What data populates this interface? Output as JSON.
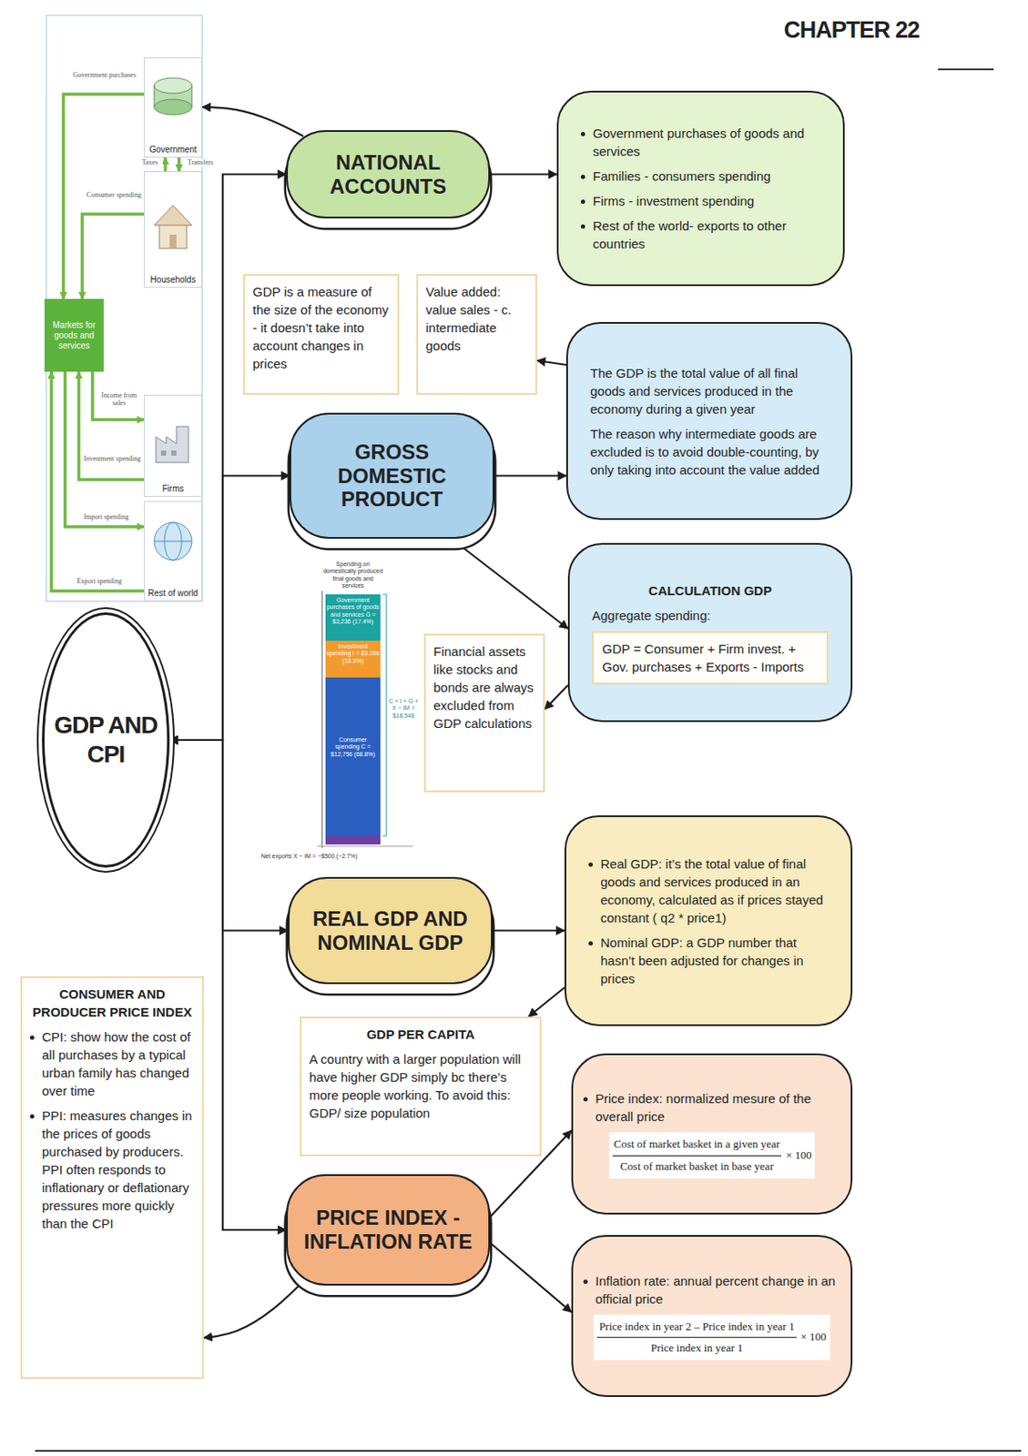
{
  "diagram": {
    "title": "CHAPTER 22",
    "nodes": [
      {
        "text": [
          "Government"
        ]
      },
      {
        "text": [
          "Households"
        ]
      },
      {
        "text": [
          "Markets for goods and services"
        ]
      },
      {
        "text": [
          "Firms"
        ]
      },
      {
        "text": [
          "Rest of world"
        ]
      },
      {
        "text": [
          "NATIONAL ACCOUNTS"
        ]
      },
      {
        "text": [
          "Government purchases of goods and services",
          "Families - consumers spending",
          "Firms - investment spending",
          "Rest of the world- exports to other countries"
        ]
      },
      {
        "text": [
          "GDP is a measure of the size of the economy - it doesn’t take into account changes in prices"
        ]
      },
      {
        "text": [
          "Value added: value sales - c. intermediate goods"
        ]
      },
      {
        "text": [
          "The GDP is the total value of all final goods and services produced in the economy during a given year",
          "The reason why intermediate goods are excluded is to avoid double-counting, by only taking into account the value added"
        ]
      },
      {
        "text": [
          "GROSS DOMESTIC PRODUCT"
        ]
      },
      {
        "text": [
          "CALCULATION GDP",
          "Aggregate spending:"
        ]
      },
      {
        "text": [
          "GDP = Consumer + Firm invest. + Gov. purchases + Exports - Imports"
        ],
        "in": 11
      },
      {
        "text": [
          "Financial assets like stocks and bonds are always excluded from GDP calculations"
        ]
      },
      {
        "text": [
          "GDP AND CPI"
        ]
      },
      {
        "text": [
          "REAL GDP AND NOMINAL GDP"
        ]
      },
      {
        "text": [
          "Real GDP: it’s the total value of final goods and services produced in an economy, calculated as if prices stayed constant ( q2 * price1)",
          "Nominal GDP: a GDP number that hasn’t been adjusted for changes in prices"
        ]
      },
      {
        "text": [
          "CONSUMER AND PRODUCER PRICE INDEX",
          "CPI: show how the cost of all purchases by a typical urban family has changed over time",
          "PPI: measures changes in the prices of goods purchased by producers. PPI often responds to inflationary or deflationary pressures more quickly than the CPI"
        ]
      },
      {
        "text": [
          "GDP PER CAPITA",
          "A country with a larger population will have higher GDP simply bc there’s more people working. To avoid this: GDP/ size population"
        ]
      },
      {
        "text": [
          "PRICE INDEX - INFLATION RATE"
        ]
      },
      {
        "text": [
          "Price index: normalized mesure of the overall price"
        ]
      },
      {
        "text": [
          "Cost of market basket in a given year",
          "Cost of market basket in base year",
          "× 100"
        ],
        "in": 20
      },
      {
        "text": [
          "Inflation rate: annual percent change in an official price"
        ]
      },
      {
        "text": [
          "Price index in year 2 – Price index in year 1",
          "Price index in year 1",
          "× 100"
        ],
        "in": 22
      }
    ],
    "edges": [
      {
        "from": 0,
        "to": 2,
        "label": "Government purchases",
        "arrow": "to"
      },
      {
        "from": 1,
        "to": 0,
        "label": "Taxes",
        "arrow": "to"
      },
      {
        "from": 0,
        "to": 1,
        "label": "Transfers",
        "arrow": "to"
      },
      {
        "from": 1,
        "to": 2,
        "label": "Consumer spending",
        "arrow": "to"
      },
      {
        "from": 2,
        "to": 3,
        "label": "Income from sales",
        "arrow": "to"
      },
      {
        "from": 3,
        "to": 2,
        "label": "Investment spending",
        "arrow": "to"
      },
      {
        "from": 2,
        "to": 4,
        "label": "Import spending",
        "arrow": "to"
      },
      {
        "from": 4,
        "to": 2,
        "label": "Export spending",
        "arrow": "to"
      },
      {
        "from": 14,
        "to": 5,
        "arrow": "both"
      },
      {
        "from": 14,
        "to": 10,
        "arrow": "both"
      },
      {
        "from": 14,
        "to": 15,
        "arrow": "both"
      },
      {
        "from": 14,
        "to": 19,
        "arrow": "both"
      },
      {
        "from": 5,
        "to": 0,
        "arrow": "to"
      },
      {
        "from": 5,
        "to": 6,
        "arrow": "to"
      },
      {
        "from": 10,
        "to": 9,
        "arrow": "to"
      },
      {
        "from": 9,
        "to": 8,
        "arrow": "to"
      },
      {
        "from": 10,
        "to": 11,
        "arrow": "to"
      },
      {
        "from": 11,
        "to": 13,
        "arrow": "to"
      },
      {
        "from": 15,
        "to": 16,
        "arrow": "to"
      },
      {
        "from": 16,
        "to": 18,
        "arrow": "to"
      },
      {
        "from": 19,
        "to": 20,
        "arrow": "to"
      },
      {
        "from": 19,
        "to": 22,
        "arrow": "to"
      },
      {
        "from": 19,
        "to": 17,
        "arrow": "to"
      }
    ],
    "labels": [
      "Spending on domestically produced final goods and services",
      "Government purchases of goods and services G = $3,236 (17.4%)",
      "Investment spending I = $3,056 (16.5%)",
      "Consumer spending C = $12,756 (68.8%)",
      "C + I + G + X − IM = $18,548",
      "Net exports X − IM = −$500 (−2.7%)"
    ]
  }
}
